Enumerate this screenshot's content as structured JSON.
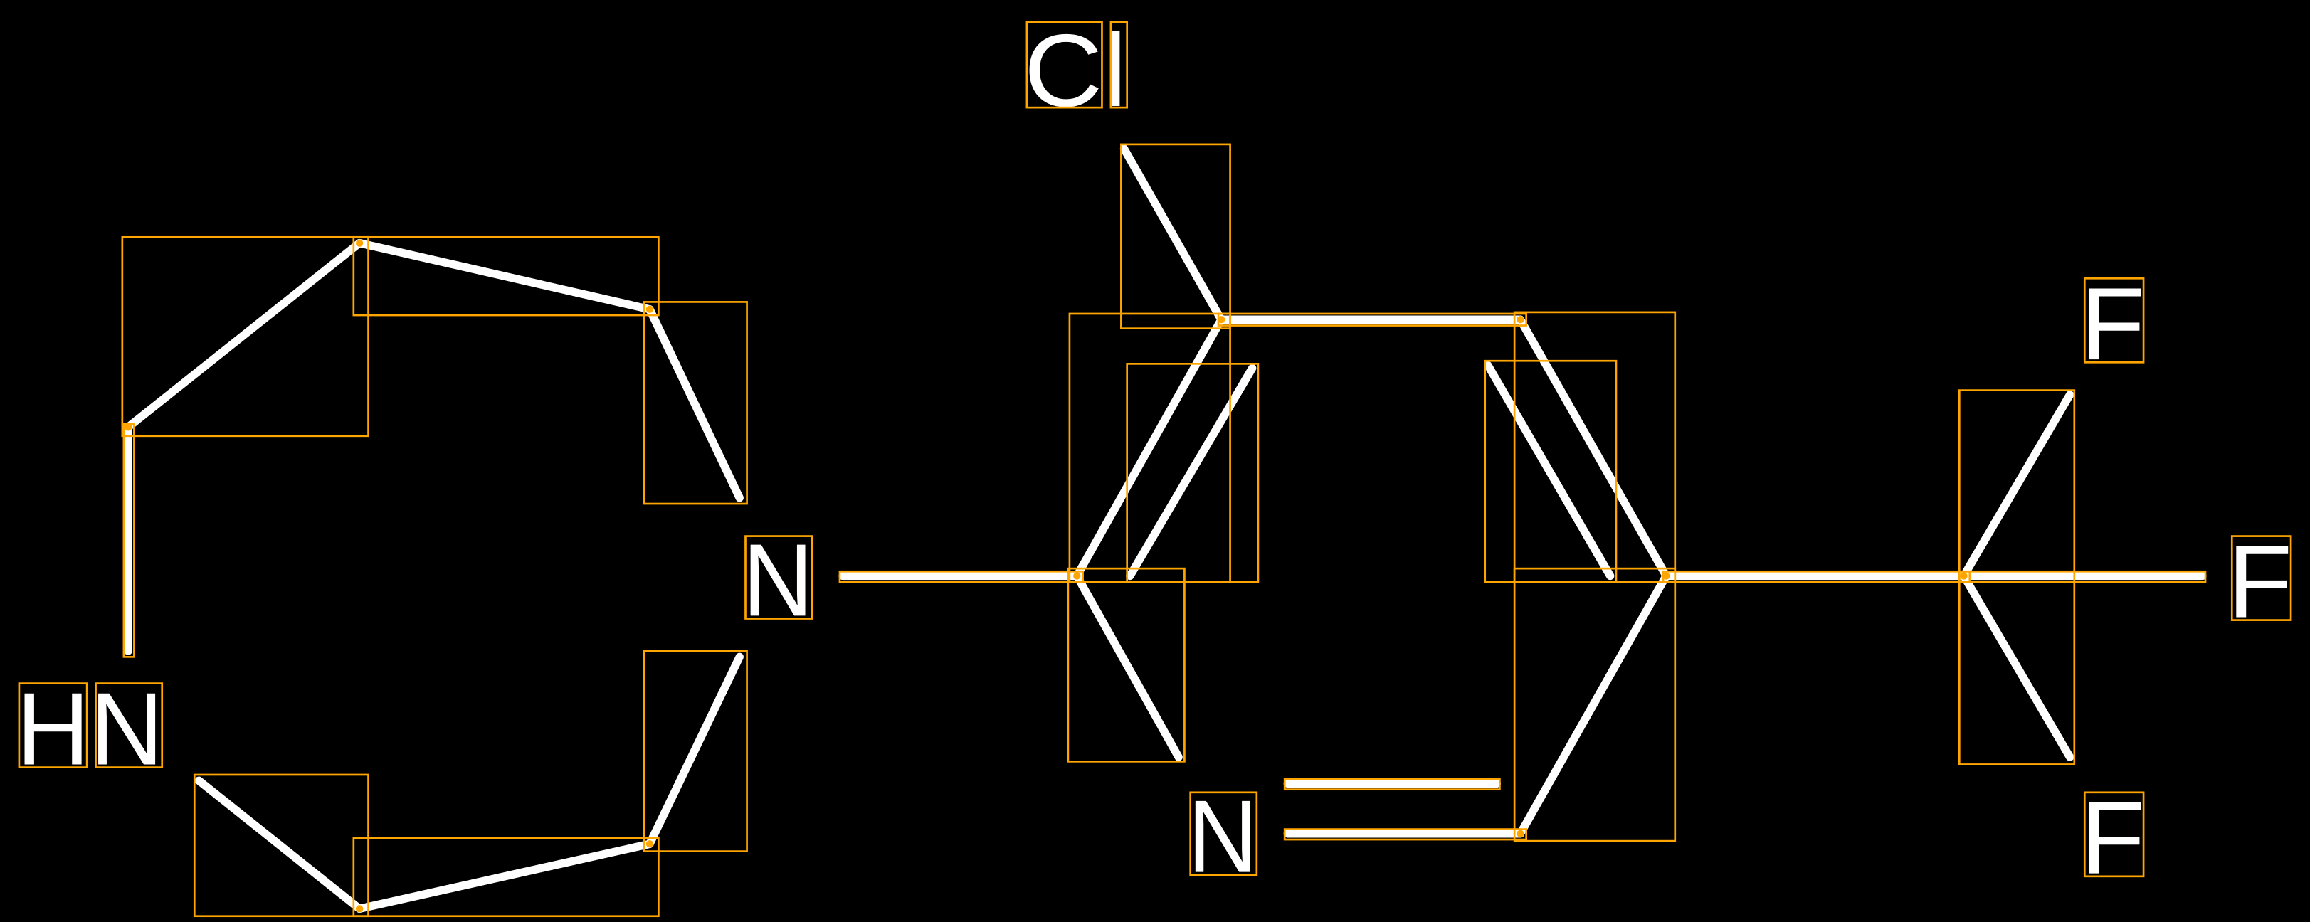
{
  "diagram": {
    "type": "molecule-structure-with-detection-boxes",
    "colors": {
      "background": "#000000",
      "bond": "#ffffff",
      "box": "#ffa500",
      "label": "#ffffff"
    },
    "atoms": {
      "chlorine": "Cl",
      "amine": "HN",
      "nitrogen_left": "N",
      "nitrogen_bottom": "N",
      "fluorine_top": "F",
      "fluorine_right": "F",
      "fluorine_bottom": "F"
    }
  }
}
